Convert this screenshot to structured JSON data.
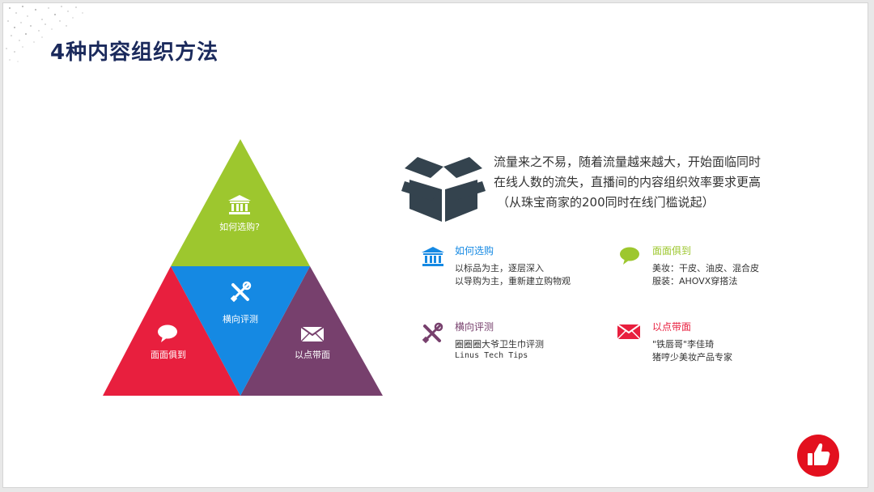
{
  "slide": {
    "title": "4种内容组织方法"
  },
  "pyramid": {
    "top": {
      "label": "如何选购?",
      "color": "#9dc72e",
      "icon": "bank-icon"
    },
    "center": {
      "label": "横向评测",
      "color": "#1589e3",
      "icon": "tools-icon"
    },
    "left": {
      "label": "面面俱到",
      "color": "#e81f3e",
      "icon": "chat-bubble-icon"
    },
    "right": {
      "label": "以点带面",
      "color": "#77406d",
      "icon": "envelope-icon"
    }
  },
  "intro": {
    "icon": "open-box-icon",
    "line1": "流量来之不易，随着流量越来越大，开始面临同时",
    "line2": "在线人数的流失，直播间的内容组织效率要求更高",
    "line3": "（从珠宝商家的200同时在线门槛说起）"
  },
  "items": {
    "how_to_buy": {
      "title": "如何选购",
      "color": "#1589e3",
      "line1": "以标品为主，逐层深入",
      "line2": "以导购为主，重新建立购物观"
    },
    "comprehensive": {
      "title": "面面俱到",
      "color": "#9dc72e",
      "line1": "美妆：干皮、油皮、混合皮",
      "line2": "服装：AHOVX穿搭法"
    },
    "comparison": {
      "title": "横向评测",
      "color": "#77406d",
      "line1": "圈圈圈大爷卫生巾评测",
      "line2": "Linus Tech Tips"
    },
    "point_to_area": {
      "title": "以点带面",
      "color": "#e81f3e",
      "line1": "\"铁唇哥\"李佳琦",
      "line2": "猪哼少美妆产品专家"
    }
  },
  "like_button": {
    "icon": "thumbs-up-icon",
    "color": "#e3101e"
  }
}
